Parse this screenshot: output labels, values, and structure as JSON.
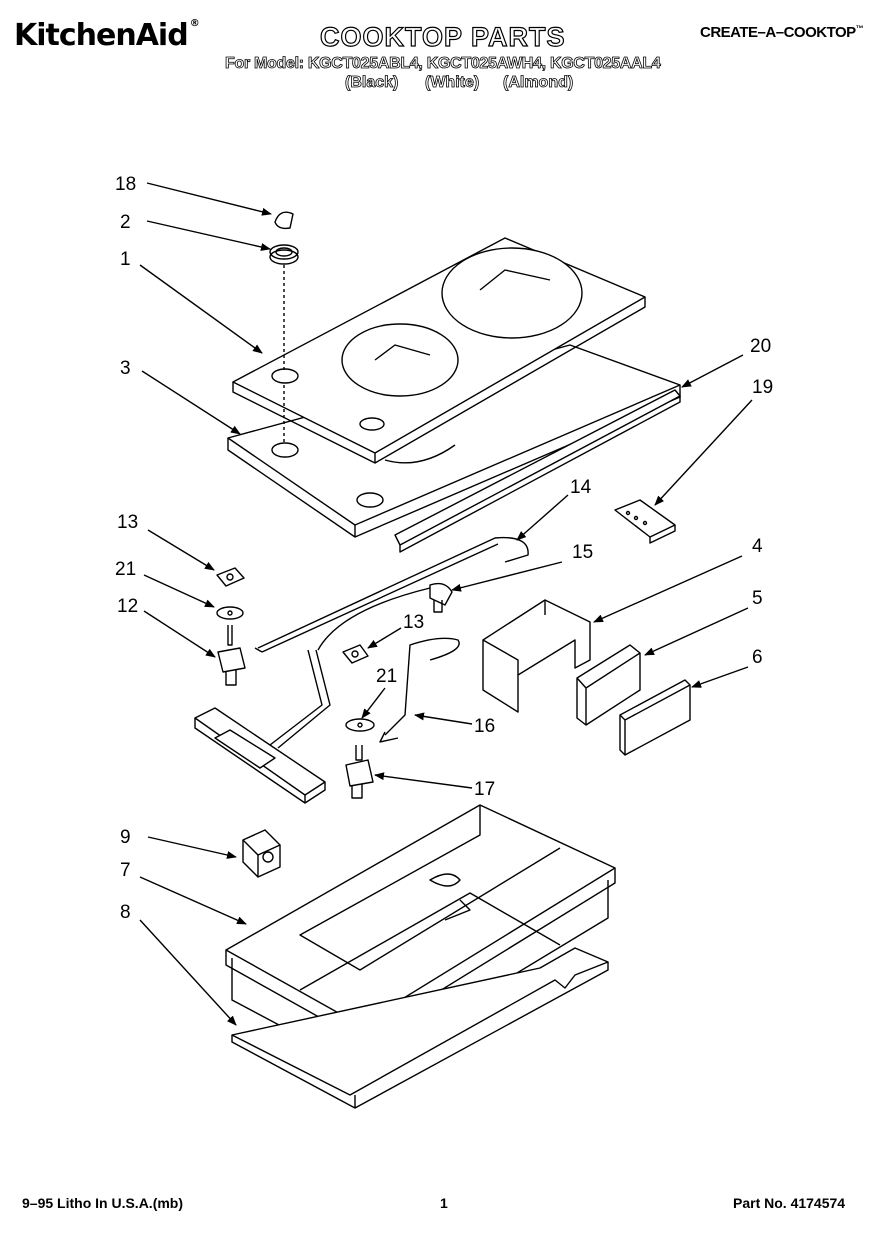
{
  "header": {
    "brand": "KitchenAid",
    "brand_mark": "®",
    "title": "COOKTOP PARTS",
    "series": "CREATE–A–COOKTOP",
    "series_mark": "™",
    "model_line": "For Model: KGCT025ABL4, KGCT025AWH4, KGCT025AAL4",
    "finishes": [
      "(Black)",
      "(White)",
      "(Almond)"
    ]
  },
  "diagram": {
    "callouts": [
      "18",
      "2",
      "1",
      "3",
      "20",
      "19",
      "14",
      "15",
      "13",
      "21",
      "12",
      "4",
      "5",
      "13",
      "6",
      "21",
      "16",
      "17",
      "9",
      "7",
      "8"
    ]
  },
  "footer": {
    "litho": "9–95 Litho In U.S.A.(mb)",
    "page": "1",
    "part_no": "Part No. 4174574"
  }
}
